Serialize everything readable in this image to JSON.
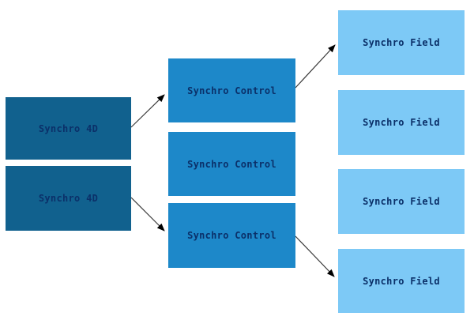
{
  "diagram": {
    "nodes": {
      "left": [
        {
          "id": "synchro-4d-1",
          "label": "Synchro 4D"
        },
        {
          "id": "synchro-4d-2",
          "label": "Synchro 4D"
        }
      ],
      "middle": [
        {
          "id": "synchro-control-1",
          "label": "Synchro Control"
        },
        {
          "id": "synchro-control-2",
          "label": "Synchro Control"
        },
        {
          "id": "synchro-control-3",
          "label": "Synchro Control"
        }
      ],
      "right": [
        {
          "id": "synchro-field-1",
          "label": "Synchro Field"
        },
        {
          "id": "synchro-field-2",
          "label": "Synchro Field"
        },
        {
          "id": "synchro-field-3",
          "label": "Synchro Field"
        },
        {
          "id": "synchro-field-4",
          "label": "Synchro Field"
        }
      ]
    },
    "edges": [
      {
        "from": "synchro-4d-1",
        "to": "synchro-control-1"
      },
      {
        "from": "synchro-control-1",
        "to": "synchro-field-1"
      },
      {
        "from": "synchro-4d-2",
        "to": "synchro-control-3"
      },
      {
        "from": "synchro-control-3",
        "to": "synchro-field-4"
      }
    ],
    "colors": {
      "synchro_4d_fill": "#11618e",
      "synchro_control_fill": "#1d88c9",
      "synchro_field_fill": "#7dc9f6",
      "label_text": "#0b3069",
      "arrow_line": "#3a3a3a",
      "arrow_head": "#000000",
      "background": "#ffffff"
    }
  }
}
